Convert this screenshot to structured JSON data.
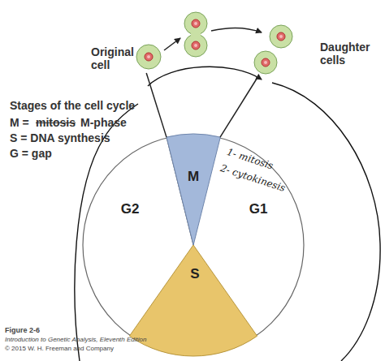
{
  "diagram": {
    "caption": "Figure 2-6",
    "nodes": [
      {
        "text": [
          "G2",
          "G1"
        ]
      },
      {
        "text": [
          "M"
        ],
        "in": 0
      },
      {
        "text": [
          "S"
        ],
        "in": 0
      },
      {
        "text": [
          "Original cell"
        ]
      },
      {
        "text": [
          "Daughter cells"
        ]
      }
    ],
    "edges": [
      {
        "from": 1,
        "to": 3,
        "arrow": "none"
      },
      {
        "from": 1,
        "to": 4,
        "arrow": "none"
      }
    ],
    "labels": [
      "Stages of the cell cycle",
      "M =",
      "mitosis",
      "M-phase",
      "S = DNA synthesis",
      "G = gap",
      "1- mitosis",
      "2- cytokinesis",
      "Introduction to Genetic Analysis, Eleventh Edition",
      "© 2015 W. H. Freeman and Company"
    ]
  }
}
